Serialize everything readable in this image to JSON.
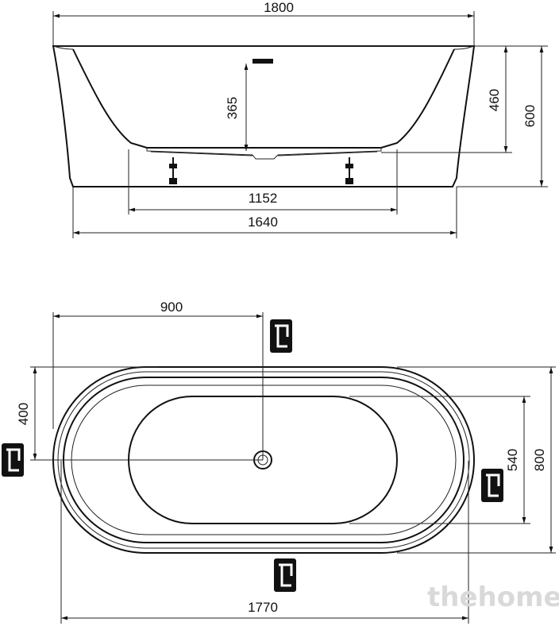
{
  "side_view": {
    "width_top": "1800",
    "depth_inner": "365",
    "height_inner": "460",
    "height_total": "600",
    "feet_spacing": "1152",
    "width_base": "1640"
  },
  "top_view": {
    "half_length": "900",
    "half_width": "400",
    "inner_width": "540",
    "total_width": "800",
    "inner_length": "1770"
  },
  "markers": {
    "axis_symbol": "symmetry-axis-marker-icon"
  },
  "watermark": "thehome"
}
